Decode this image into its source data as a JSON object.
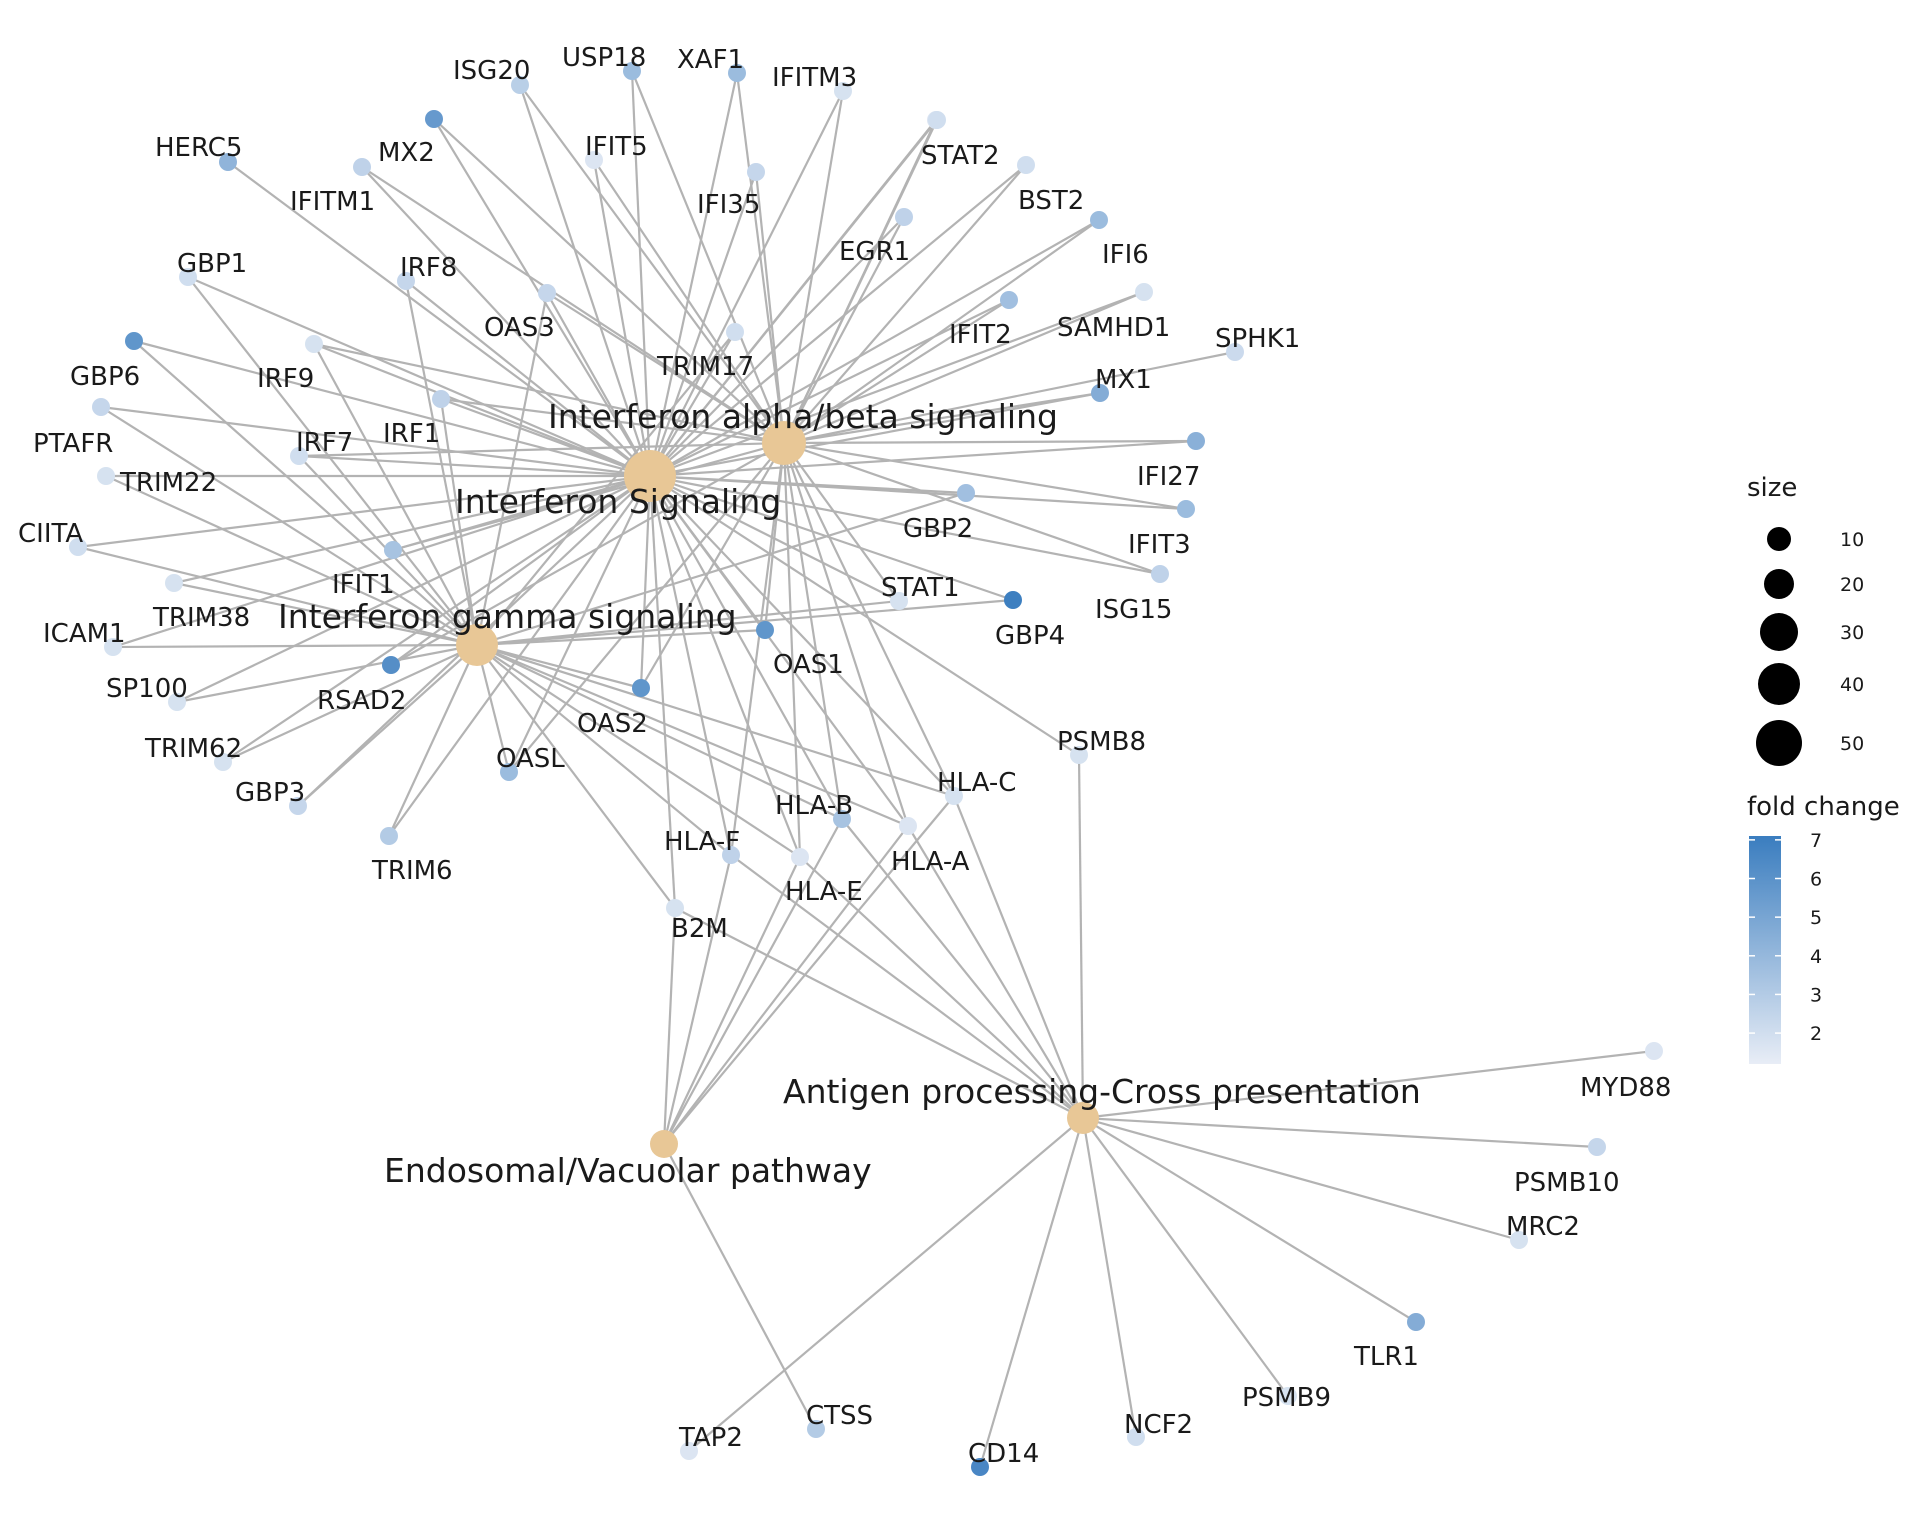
{
  "colors": {
    "category": "#e8c796",
    "edge": "#b3b3b3",
    "fold_low": "#e8edf6",
    "fold_high": "#3a7dbf"
  },
  "legend": {
    "size_title": "size",
    "size_ticks": [
      "10",
      "20",
      "30",
      "40",
      "50"
    ],
    "color_title": "fold change",
    "color_ticks": [
      "7",
      "6",
      "5",
      "4",
      "3",
      "2"
    ],
    "color_range": [
      1.2,
      7.1
    ]
  },
  "categories": [
    {
      "id": "alpha",
      "label": "Interferon alpha/beta signaling"
    },
    {
      "id": "ifn",
      "label": "Interferon Signaling"
    },
    {
      "id": "gamma",
      "label": "Interferon gamma signaling"
    },
    {
      "id": "antigen",
      "label": "Antigen processing-Cross presentation"
    },
    {
      "id": "endo",
      "label": "Endosomal/Vacuolar pathway"
    }
  ],
  "genes": [
    {
      "name": "ISG20",
      "fold": 2.8,
      "cats": [
        "alpha",
        "ifn"
      ]
    },
    {
      "name": "USP18",
      "fold": 3.8,
      "cats": [
        "alpha",
        "ifn"
      ]
    },
    {
      "name": "XAF1",
      "fold": 3.8,
      "cats": [
        "alpha",
        "ifn"
      ]
    },
    {
      "name": "IFITM3",
      "fold": 1.8,
      "cats": [
        "alpha",
        "ifn"
      ]
    },
    {
      "name": "",
      "fold": 1.6,
      "cats": [
        "alpha",
        "ifn"
      ]
    },
    {
      "name": "HERC5",
      "fold": 4.2,
      "cats": [
        "ifn"
      ]
    },
    {
      "name": "MX2",
      "fold": 5.6,
      "cats": [
        "alpha",
        "ifn"
      ]
    },
    {
      "name": "IFIT5",
      "fold": 1.6,
      "cats": [
        "alpha",
        "ifn"
      ]
    },
    {
      "name": "STAT2",
      "fold": 2.0,
      "cats": [
        "alpha",
        "ifn"
      ]
    },
    {
      "name": "IFITM1",
      "fold": 2.6,
      "cats": [
        "alpha",
        "ifn"
      ]
    },
    {
      "name": "IFI35",
      "fold": 2.4,
      "cats": [
        "alpha",
        "ifn"
      ]
    },
    {
      "name": "BST2",
      "fold": 2.0,
      "cats": [
        "alpha",
        "ifn"
      ]
    },
    {
      "name": "IFI6",
      "fold": 3.8,
      "cats": [
        "alpha",
        "ifn"
      ]
    },
    {
      "name": "EGR1",
      "fold": 2.6,
      "cats": [
        "alpha",
        "ifn"
      ]
    },
    {
      "name": "GBP1",
      "fold": 2.0,
      "cats": [
        "ifn",
        "gamma"
      ]
    },
    {
      "name": "IRF8",
      "fold": 2.4,
      "cats": [
        "ifn",
        "gamma"
      ]
    },
    {
      "name": "OAS3",
      "fold": 2.4,
      "cats": [
        "alpha",
        "ifn",
        "gamma"
      ]
    },
    {
      "name": "IFIT2",
      "fold": 3.6,
      "cats": [
        "alpha",
        "ifn"
      ]
    },
    {
      "name": "SAMHD1",
      "fold": 1.8,
      "cats": [
        "alpha",
        "ifn"
      ]
    },
    {
      "name": "TRIM17",
      "fold": 2.0,
      "cats": [
        "ifn",
        "gamma"
      ]
    },
    {
      "name": "GBP6",
      "fold": 5.8,
      "cats": [
        "ifn",
        "gamma"
      ]
    },
    {
      "name": "IRF9",
      "fold": 1.8,
      "cats": [
        "alpha",
        "ifn",
        "gamma"
      ]
    },
    {
      "name": "SPHK1",
      "fold": 2.2,
      "cats": [
        "alpha"
      ]
    },
    {
      "name": "MX1",
      "fold": 4.6,
      "cats": [
        "alpha",
        "ifn"
      ]
    },
    {
      "name": "IRF1",
      "fold": 2.6,
      "cats": [
        "alpha",
        "ifn",
        "gamma"
      ]
    },
    {
      "name": "PTAFR",
      "fold": 2.4,
      "cats": [
        "ifn",
        "gamma"
      ]
    },
    {
      "name": "IRF7",
      "fold": 2.0,
      "cats": [
        "alpha",
        "ifn",
        "gamma"
      ]
    },
    {
      "name": "IFI27",
      "fold": 4.4,
      "cats": [
        "alpha",
        "ifn"
      ]
    },
    {
      "name": "TRIM22",
      "fold": 1.8,
      "cats": [
        "ifn",
        "gamma"
      ]
    },
    {
      "name": "GBP2",
      "fold": 3.6,
      "cats": [
        "ifn",
        "gamma"
      ]
    },
    {
      "name": "IFIT3",
      "fold": 3.8,
      "cats": [
        "alpha",
        "ifn"
      ]
    },
    {
      "name": "CIITA",
      "fold": 2.0,
      "cats": [
        "ifn",
        "gamma"
      ]
    },
    {
      "name": "IFIT1",
      "fold": 3.4,
      "cats": [
        "alpha",
        "ifn"
      ]
    },
    {
      "name": "ISG15",
      "fold": 2.6,
      "cats": [
        "alpha",
        "ifn"
      ]
    },
    {
      "name": "TRIM38",
      "fold": 1.8,
      "cats": [
        "ifn",
        "gamma"
      ]
    },
    {
      "name": "STAT1",
      "fold": 1.8,
      "cats": [
        "alpha",
        "ifn",
        "gamma"
      ]
    },
    {
      "name": "GBP4",
      "fold": 7.0,
      "cats": [
        "ifn",
        "gamma"
      ]
    },
    {
      "name": "ICAM1",
      "fold": 1.8,
      "cats": [
        "ifn",
        "gamma"
      ]
    },
    {
      "name": "OAS1",
      "fold": 5.8,
      "cats": [
        "alpha",
        "ifn",
        "gamma"
      ]
    },
    {
      "name": "RSAD2",
      "fold": 6.2,
      "cats": [
        "alpha",
        "ifn"
      ]
    },
    {
      "name": "SP100",
      "fold": 1.8,
      "cats": [
        "ifn",
        "gamma"
      ]
    },
    {
      "name": "OAS2",
      "fold": 5.8,
      "cats": [
        "alpha",
        "ifn",
        "gamma"
      ]
    },
    {
      "name": "TRIM62",
      "fold": 1.8,
      "cats": [
        "ifn",
        "gamma"
      ]
    },
    {
      "name": "PSMB8",
      "fold": 1.8,
      "cats": [
        "ifn",
        "antigen"
      ]
    },
    {
      "name": "OASL",
      "fold": 3.8,
      "cats": [
        "alpha",
        "ifn",
        "gamma"
      ]
    },
    {
      "name": "GBP3",
      "fold": 2.4,
      "cats": [
        "ifn",
        "gamma"
      ]
    },
    {
      "name": "HLA-C",
      "fold": 1.8,
      "cats": [
        "alpha",
        "ifn",
        "gamma",
        "antigen",
        "endo"
      ]
    },
    {
      "name": "HLA-B",
      "fold": 3.4,
      "cats": [
        "alpha",
        "ifn",
        "gamma",
        "antigen",
        "endo"
      ]
    },
    {
      "name": "HLA-F",
      "fold": 2.6,
      "cats": [
        "alpha",
        "ifn",
        "gamma",
        "antigen",
        "endo"
      ]
    },
    {
      "name": "HLA-A",
      "fold": 1.6,
      "cats": [
        "alpha",
        "ifn",
        "gamma",
        "antigen",
        "endo"
      ]
    },
    {
      "name": "HLA-E",
      "fold": 1.6,
      "cats": [
        "alpha",
        "ifn",
        "gamma",
        "antigen",
        "endo"
      ]
    },
    {
      "name": "TRIM6",
      "fold": 3.0,
      "cats": [
        "ifn",
        "gamma"
      ]
    },
    {
      "name": "B2M",
      "fold": 1.8,
      "cats": [
        "ifn",
        "gamma",
        "antigen",
        "endo"
      ]
    },
    {
      "name": "MYD88",
      "fold": 1.6,
      "cats": [
        "antigen"
      ]
    },
    {
      "name": "PSMB10",
      "fold": 2.4,
      "cats": [
        "antigen"
      ]
    },
    {
      "name": "MRC2",
      "fold": 1.8,
      "cats": [
        "antigen"
      ]
    },
    {
      "name": "TLR1",
      "fold": 4.6,
      "cats": [
        "antigen"
      ]
    },
    {
      "name": "PSMB9",
      "fold": 1.8,
      "cats": [
        "antigen"
      ]
    },
    {
      "name": "TAP2",
      "fold": 1.6,
      "cats": [
        "antigen"
      ]
    },
    {
      "name": "CTSS",
      "fold": 3.0,
      "cats": [
        "endo"
      ]
    },
    {
      "name": "CD14",
      "fold": 6.6,
      "cats": [
        "antigen"
      ]
    },
    {
      "name": "NCF2",
      "fold": 2.0,
      "cats": [
        "antigen"
      ]
    }
  ]
}
